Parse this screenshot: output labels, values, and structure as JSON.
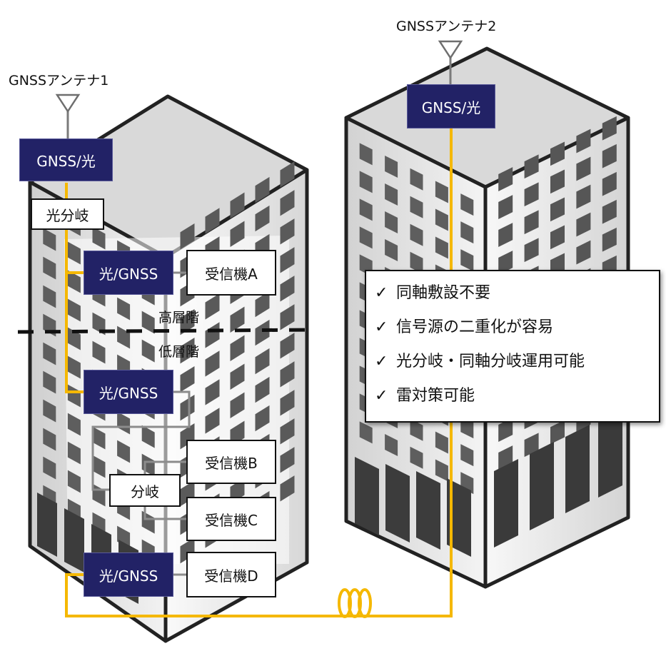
{
  "antennas": {
    "antenna1_label": "GNSSアンテナ1",
    "antenna2_label": "GNSSアンテナ2"
  },
  "converters": {
    "top_left": "GNSS/光",
    "top_right": "GNSS/光",
    "optical_splitter": "光分岐",
    "floor_a": "光/GNSS",
    "floor_b": "光/GNSS",
    "floor_d": "光/GNSS"
  },
  "receivers": {
    "a": "受信機A",
    "b": "受信機B",
    "c": "受信機C",
    "d": "受信機D"
  },
  "coax_splitter": "分岐",
  "floors": {
    "upper": "高層階",
    "lower": "低層階"
  },
  "benefits": [
    {
      "check": "✓",
      "text": "同軸敷設不要"
    },
    {
      "check": "✓",
      "text": "信号源の二重化が容易"
    },
    {
      "check": "✓",
      "text": "光分岐・同軸分岐運用可能"
    },
    {
      "check": "✓",
      "text": "雷対策可能"
    }
  ],
  "colors": {
    "fiber": "#f5b800",
    "coax": "#8c8c8c",
    "converter_fill": "#222266"
  }
}
